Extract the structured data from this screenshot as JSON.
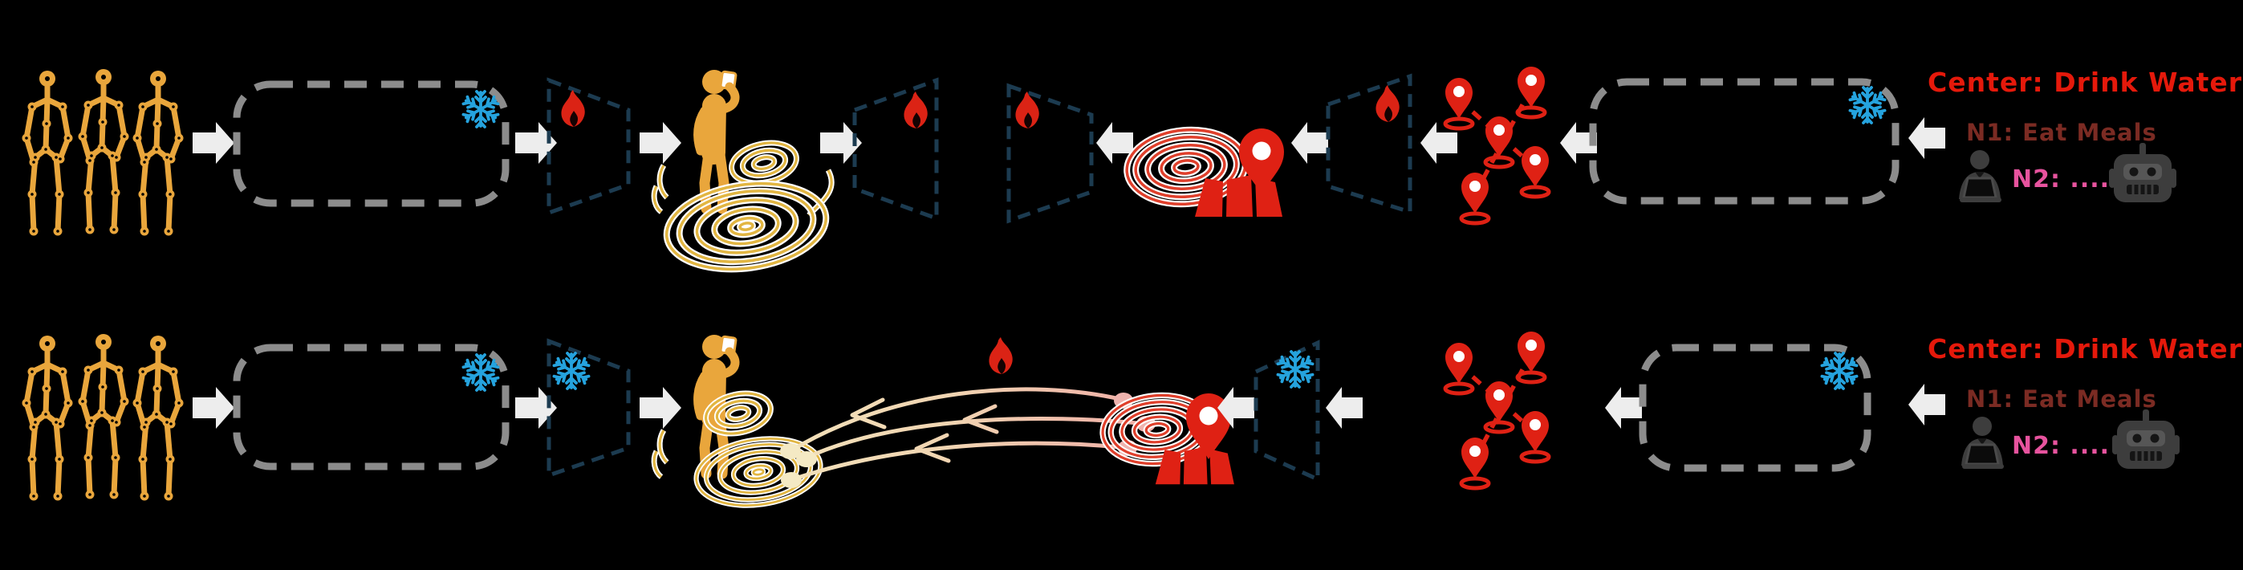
{
  "figure": {
    "rows": [
      {
        "name": "top-row-pretraining",
        "caption": {
          "center": "Center: Drink Water",
          "n1": "N1: Eat Meals",
          "n2": "N2: ...."
        }
      },
      {
        "name": "bottom-row-alignment",
        "caption": {
          "center": "Center: Drink Water",
          "n1": "N1: Eat Meals",
          "n2": "N2: ...."
        }
      }
    ],
    "icons": [
      "skeleton-motion-icon",
      "block-arrow-icon",
      "snowflake-icon",
      "fire-icon",
      "person-drinking-icon",
      "spiral-scribble-icon",
      "map-pin-icon",
      "folded-map-icon",
      "map-pin-graph-icon",
      "person-at-laptop-icon",
      "robot-icon"
    ],
    "colors": {
      "background": "#000000",
      "skeleton_orange": "#E9A63C",
      "spiral_gold": "#E2B642",
      "red": "#DF2114",
      "fire_red": "#DB2315",
      "snowflake_blue": "#25A3DE",
      "encoder_box_gray": "#8C8C8C",
      "trapezoid_navy": "#1C3B50",
      "arrow_gray": "#EDEDED",
      "caption_red": "#E5190B",
      "caption_maroon": "#7B2B23",
      "caption_pink": "#E7539E",
      "align_pink": "#EFA6A4",
      "align_cream": "#F4E7BE"
    }
  }
}
